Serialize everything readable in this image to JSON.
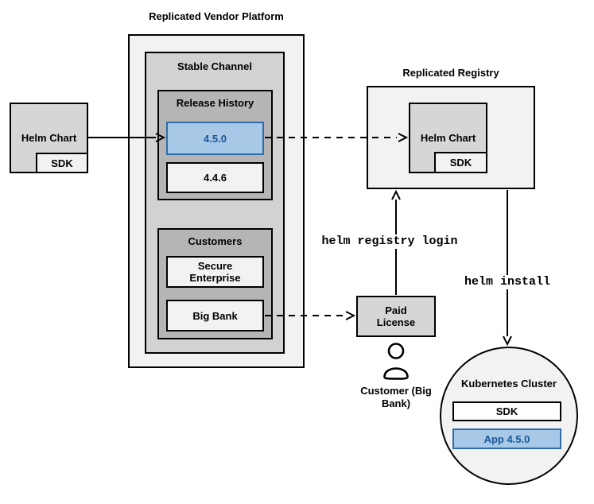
{
  "vendor_platform": {
    "title": "Replicated Vendor Platform",
    "stable_channel": {
      "title": "Stable Channel",
      "release_history": {
        "title": "Release History",
        "releases": [
          {
            "version": "4.5.0",
            "highlighted": true
          },
          {
            "version": "4.4.6",
            "highlighted": false
          }
        ]
      },
      "customers": {
        "title": "Customers",
        "items": [
          {
            "name": "Secure Enterprise"
          },
          {
            "name": "Big Bank"
          }
        ]
      }
    }
  },
  "vendor_helm_chart": {
    "label": "Helm Chart",
    "sdk_label": "SDK"
  },
  "registry": {
    "title": "Replicated Registry",
    "helm_chart_label": "Helm Chart",
    "sdk_label": "SDK"
  },
  "paid_license": {
    "label": "Paid License"
  },
  "customer": {
    "label": "Customer (Big Bank)"
  },
  "commands": {
    "registry_login": "helm registry login",
    "install": "helm install"
  },
  "cluster": {
    "title": "Kubernetes Cluster",
    "sdk_label": "SDK",
    "app_label": "App 4.5.0"
  },
  "colors": {
    "highlight_fill": "#a8c8e8",
    "highlight_border": "#2d6da8",
    "highlight_text": "#1a5694",
    "outer_fill": "#f2f2f2",
    "node_fill": "#d6d6d6",
    "channel_fill": "#d2d2d2",
    "group_fill": "#b5b5b5",
    "line": "#000000"
  }
}
